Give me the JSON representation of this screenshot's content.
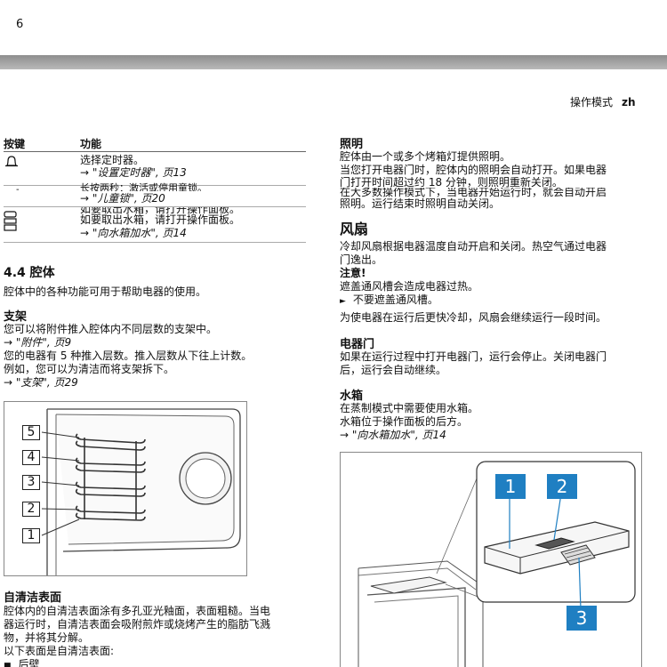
{
  "page": {
    "number": "6",
    "header_title": "操作模式",
    "header_lang": "zh"
  },
  "key_table": {
    "col_key": "按键",
    "col_function": "功能",
    "rows": [
      {
        "icon": "bell-icon",
        "line1": "选择定时器。",
        "ref": "→ \"设置定时器\", 页13"
      },
      {
        "icon": "child-lock-icon",
        "line1": "长按两秒：激活或停用童锁。",
        "ref": "→ \"儿童锁\", 页20"
      },
      {
        "icon": "water-tank-icon",
        "line1": "如要取出水箱，请打开操作面板。",
        "line2": "如要取出水箱，请打开操作面板。",
        "ref": "→ \"向水箱加水\", 页14"
      }
    ]
  },
  "cavity": {
    "title": "4.4  腔体",
    "intro": "腔体中的各种功能可用于帮助电器的使用。"
  },
  "rack": {
    "title": "支架",
    "line1": "您可以将附件推入腔体内不同层数的支架中。",
    "ref1": "→ \"附件\", 页9",
    "line2": "您的电器有 5 种推入层数。推入层数从下往上计数。",
    "line3": "例如，您可以为清洁而将支架拆下。",
    "ref2": "→ \"支架\", 页29",
    "levels": [
      "5",
      "4",
      "3",
      "2",
      "1"
    ]
  },
  "self_clean": {
    "title": "自清洁表面",
    "line1": "腔体内的自清洁表面涂有多孔亚光釉面，表面粗糙。当电",
    "line2": "器运行时，自清洁表面会吸附煎炸或烧烤产生的脂肪飞溅",
    "line3": "物，并将其分解。",
    "line4": "以下表面是自清洁表面:",
    "bullet": "后壁"
  },
  "lighting": {
    "title": "照明",
    "line1": "腔体由一个或多个烤箱灯提供照明。",
    "line2": "当您打开电器门时，腔体内的照明会自动打开。如果电器",
    "line3": "门打开时间超过约 18 分钟，则照明重新关闭。",
    "line4": "在大多数操作模式下，当电器开始运行时，就会自动开启",
    "line5": "照明。运行结束时照明自动关闭。"
  },
  "fan": {
    "title": "风扇",
    "line1": "冷却风扇根据电器温度自动开启和关闭。热空气通过电器",
    "line2": "门逸出。",
    "caution_label": "注意!",
    "caution_text": "遮盖通风槽会造成电器过热。",
    "caution_action": "不要遮盖通风槽。",
    "after": "为使电器在运行后更快冷却，风扇会继续运行一段时间。"
  },
  "door": {
    "title": "电器门",
    "line1": "如果在运行过程中打开电器门，运行会停止。关闭电器门",
    "line2": "后，运行会自动继续。"
  },
  "water_tank": {
    "title": "水箱",
    "line1": "在蒸制模式中需要使用水箱。",
    "line2": "水箱位于操作面板的后方。",
    "ref": "→ \"向水箱加水\", 页14",
    "callouts": [
      "1",
      "2",
      "3"
    ]
  },
  "colors": {
    "callout_blue": "#1f7fc2",
    "top_bar": "#a0a0a0"
  }
}
